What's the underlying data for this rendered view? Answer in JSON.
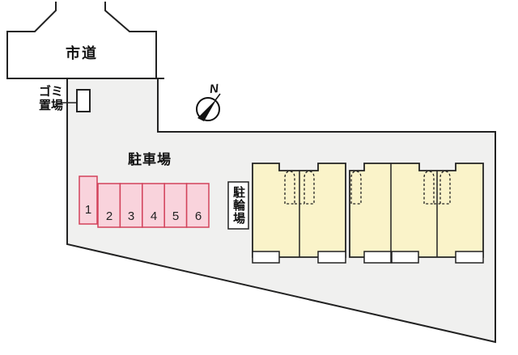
{
  "labels": {
    "road": "市道",
    "garbage_line1": "ゴミ",
    "garbage_line2": "置場",
    "parking": "駐車場",
    "bicycle": "駐輪場",
    "north": "N"
  },
  "parking_spaces": [
    "1",
    "2",
    "3",
    "4",
    "5",
    "6"
  ],
  "colors": {
    "site_fill": "#f0f0ef",
    "outline": "#222222",
    "building_fill": "#faf3c9",
    "parking_fill": "#f9d3dc",
    "parking_border": "#d2425b",
    "background": "#ffffff"
  }
}
